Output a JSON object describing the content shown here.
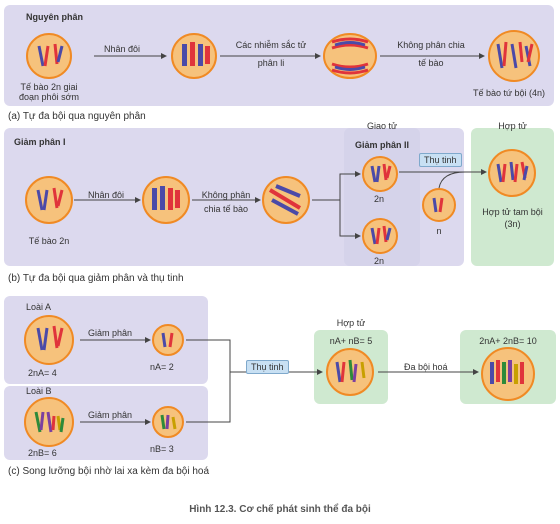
{
  "panel_a": {
    "title": "Nguyên phân",
    "start_label_1": "Tế bào 2n giai",
    "start_label_2": "đoạn phôi sớm",
    "step1": "Nhân đôi",
    "step2_1": "Các nhiễm sắc tử",
    "step2_2": "phân li",
    "step3_1": "Không phân chia",
    "step3_2": "tế bào",
    "end_label": "Tế bào tứ bội (4n)",
    "caption": "(a) Tự đa bội qua nguyên phân"
  },
  "panel_b": {
    "title": "Giảm phân I",
    "start_label": "Tế bào 2n",
    "step1": "Nhân đôi",
    "step2_1": "Không phân",
    "step2_2": "chia tế bào",
    "gamete_header": "Giao tử",
    "meiosis2_header": "Giảm phân II",
    "gamete_2n_top": "2n",
    "gamete_2n_bottom": "2n",
    "gamete_n": "n",
    "fertilization": "Thụ tinh",
    "zygote_header": "Hợp tử",
    "zygote_label_1": "Hợp tử tam bội",
    "zygote_label_2": "(3n)",
    "caption": "(b) Tự đa bội qua giảm phân và thụ tinh"
  },
  "panel_c": {
    "species_a": "Loài A",
    "species_a_2n": "2nA= 4",
    "species_a_n": "nA= 2",
    "species_b": "Loài B",
    "species_b_2n": "2nB= 6",
    "species_b_n": "nB= 3",
    "meiosis_a": "Giảm phân",
    "meiosis_b": "Giảm phân",
    "fertilization": "Thụ tinh",
    "zygote_header": "Hợp tử",
    "zygote_formula": "nA+ nB= 5",
    "polyploidize": "Đa bội hoá",
    "result_formula": "2nA+ 2nB= 10",
    "caption": "(c) Song lưỡng bội nhờ lai xa kèm đa bội hoá"
  },
  "figure_caption": "Hình 12.3. Cơ chế phát sinh thể đa bội",
  "colors": {
    "panel_purple": "#dcd9ee",
    "panel_green": "#cfe9d0",
    "cell_fill": "#f6c27c",
    "cell_border": "#f08a24",
    "chrom_blue": "#4b4aa8",
    "chrom_red": "#e0343b"
  }
}
